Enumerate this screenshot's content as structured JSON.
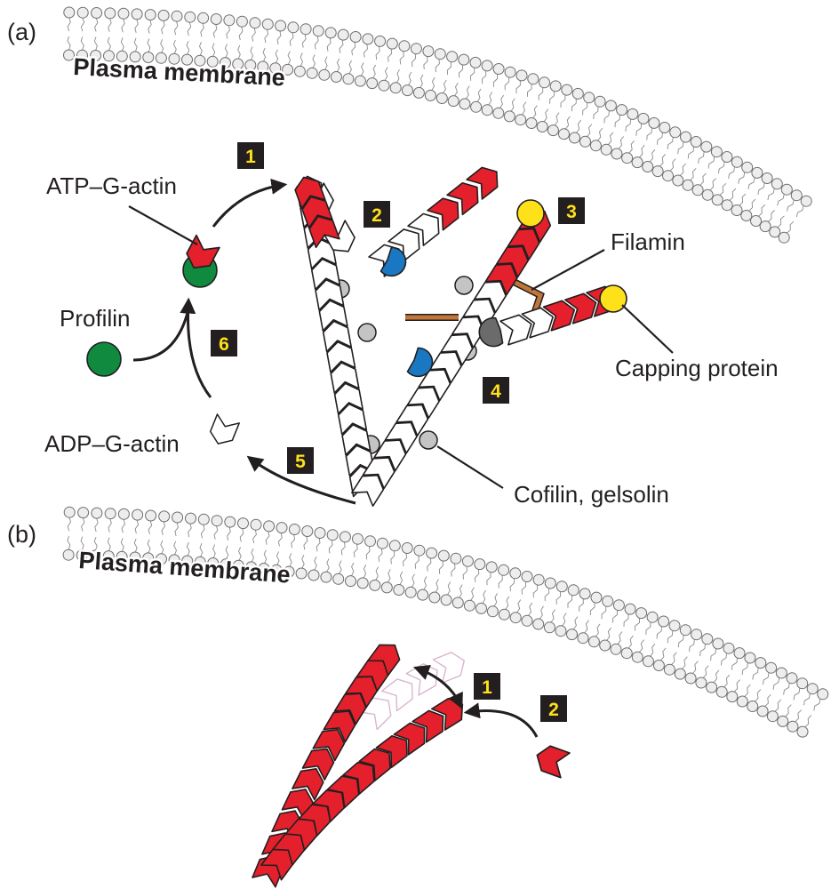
{
  "panels": {
    "a": {
      "label": "(a)",
      "membrane_title": "Plasma membrane",
      "labels": {
        "atp_g_actin": "ATP–G-actin",
        "profilin": "Profilin",
        "adp_g_actin": "ADP–G-actin",
        "filamin": "Filamin",
        "capping_protein": "Capping protein",
        "cofilin_gelsolin": "Cofilin, gelsolin"
      },
      "steps": [
        "1",
        "2",
        "3",
        "4",
        "5",
        "6"
      ]
    },
    "b": {
      "label": "(b)",
      "membrane_title": "Plasma membrane",
      "steps": [
        "1",
        "2"
      ]
    }
  },
  "colors": {
    "actin_atp": "#e3202b",
    "actin_adp": "#ffffff",
    "profilin": "#0f8a3e",
    "arp_complex": "#1a78c2",
    "capping_protein": "#ffe11a",
    "filamin": "#c0763a",
    "cofilin": "#c4c4c4",
    "gray_cap": "#6b6b6b",
    "step_box": "#231f20",
    "step_number": "#ffe11a",
    "membrane_head": "#ededed"
  }
}
